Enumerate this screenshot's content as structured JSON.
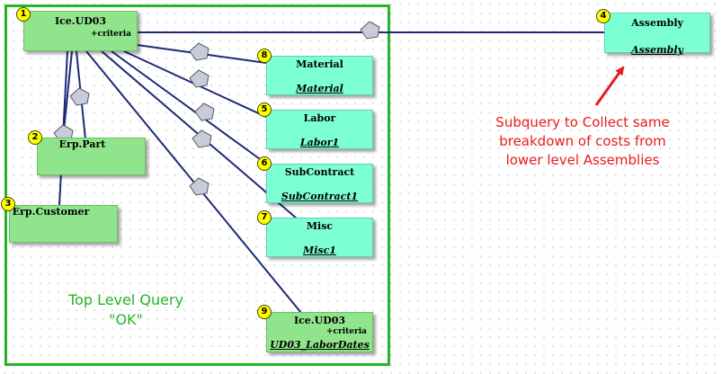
{
  "colors": {
    "frame": "#27b427",
    "link": "#1e2a78",
    "query_node": "#90e58c",
    "subquery_node": "#7dffd6",
    "badge": "#ffff00",
    "annotation_red": "#e81c1c",
    "annotation_green": "#27b427"
  },
  "nodes": {
    "ice_ud03_top": {
      "number": "1",
      "title": "Ice.UD03",
      "criteria": "+criteria"
    },
    "erp_part": {
      "number": "2",
      "title": "Erp.Part"
    },
    "erp_customer": {
      "number": "3",
      "title": "Erp.Customer"
    },
    "assembly": {
      "number": "4",
      "title": "Assembly",
      "alias": "Assembly"
    },
    "labor": {
      "number": "5",
      "title": "Labor",
      "alias": "Labor1"
    },
    "subcontract": {
      "number": "6",
      "title": "SubContract",
      "alias": "SubContract1"
    },
    "misc": {
      "number": "7",
      "title": "Misc",
      "alias": "Misc1"
    },
    "material": {
      "number": "8",
      "title": "Material",
      "alias": "Material"
    },
    "ice_ud03_labordates": {
      "number": "9",
      "title": "Ice.UD03",
      "criteria": "+criteria",
      "alias": "UD03_LaborDates"
    }
  },
  "annotations": {
    "subquery_lines": [
      "Subquery to Collect same",
      "breakdown of costs from",
      "lower level Assemblies"
    ],
    "top_level_lines": [
      "Top Level Query",
      "\"OK\""
    ]
  }
}
